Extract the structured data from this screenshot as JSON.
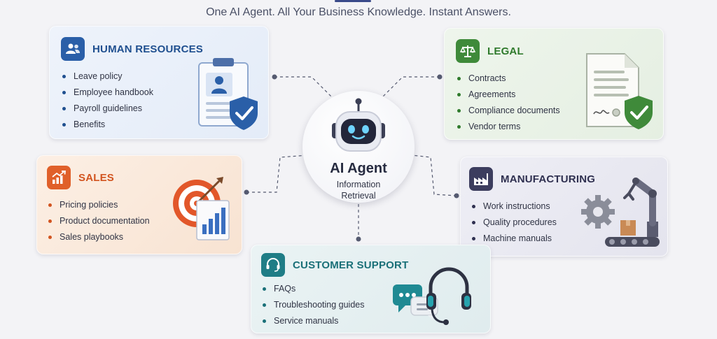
{
  "header": {
    "tagline": "One AI Agent. All Your Business Knowledge. Instant Answers."
  },
  "center": {
    "title": "AI Agent",
    "subtitle_line1": "Information",
    "subtitle_line2": "Retrieval",
    "icon": "robot-icon"
  },
  "colors": {
    "hr": "#2a5fa8",
    "legal": "#3f8a3a",
    "sales": "#e0602a",
    "manufacturing": "#3c3d5e",
    "support": "#1f7d86",
    "connector": "#555a70"
  },
  "departments": {
    "hr": {
      "title": "HUMAN RESOURCES",
      "icon": "people-icon",
      "items": [
        "Leave policy",
        "Employee handbook",
        "Payroll guidelines",
        "Benefits"
      ]
    },
    "legal": {
      "title": "LEGAL",
      "icon": "scales-icon",
      "items": [
        "Contracts",
        "Agreements",
        "Compliance documents",
        "Vendor terms"
      ]
    },
    "sales": {
      "title": "SALES",
      "icon": "growth-chart-icon",
      "items": [
        "Pricing policies",
        "Product documentation",
        "Sales playbooks"
      ]
    },
    "manufacturing": {
      "title": "MANUFACTURING",
      "icon": "factory-icon",
      "items": [
        "Work instructions",
        "Quality procedures",
        "Machine manuals"
      ]
    },
    "support": {
      "title": "CUSTOMER SUPPORT",
      "icon": "headset-icon",
      "items": [
        "FAQs",
        "Troubleshooting guides",
        "Service manuals"
      ]
    }
  }
}
